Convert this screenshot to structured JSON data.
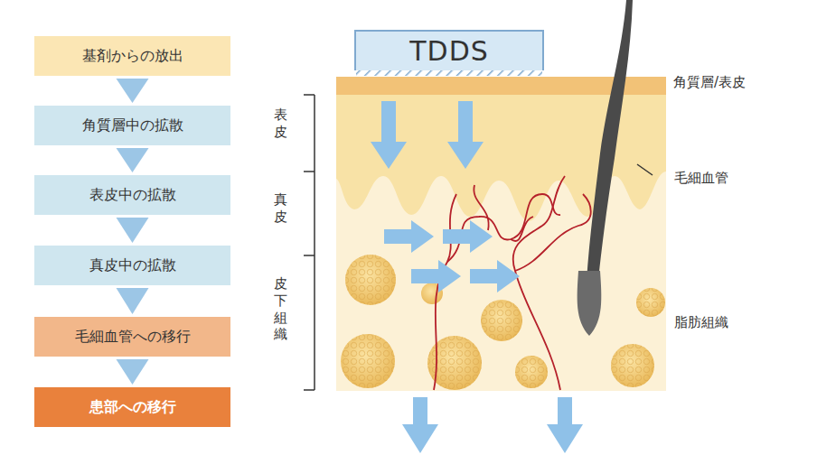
{
  "diagram": {
    "nodes": [
      {
        "text": [
          "基剤からの放出"
        ]
      },
      {
        "text": [
          "角質層中の拡散"
        ]
      },
      {
        "text": [
          "表皮中の拡散"
        ]
      },
      {
        "text": [
          "真皮中の拡散"
        ]
      },
      {
        "text": [
          "毛細血管への移行"
        ]
      },
      {
        "text": [
          "患部への移行"
        ]
      },
      {
        "text": [
          "TDDS"
        ]
      }
    ],
    "edges": [
      {
        "from": 0,
        "to": 1,
        "arrow": "to"
      },
      {
        "from": 1,
        "to": 2,
        "arrow": "to"
      },
      {
        "from": 2,
        "to": 3,
        "arrow": "to"
      },
      {
        "from": 3,
        "to": 4,
        "arrow": "to"
      },
      {
        "from": 4,
        "to": 5,
        "arrow": "to"
      }
    ],
    "labels": [
      "角質層/表皮",
      "表皮",
      "真皮",
      "皮下組織",
      "毛細血管",
      "脂肪組織"
    ]
  }
}
